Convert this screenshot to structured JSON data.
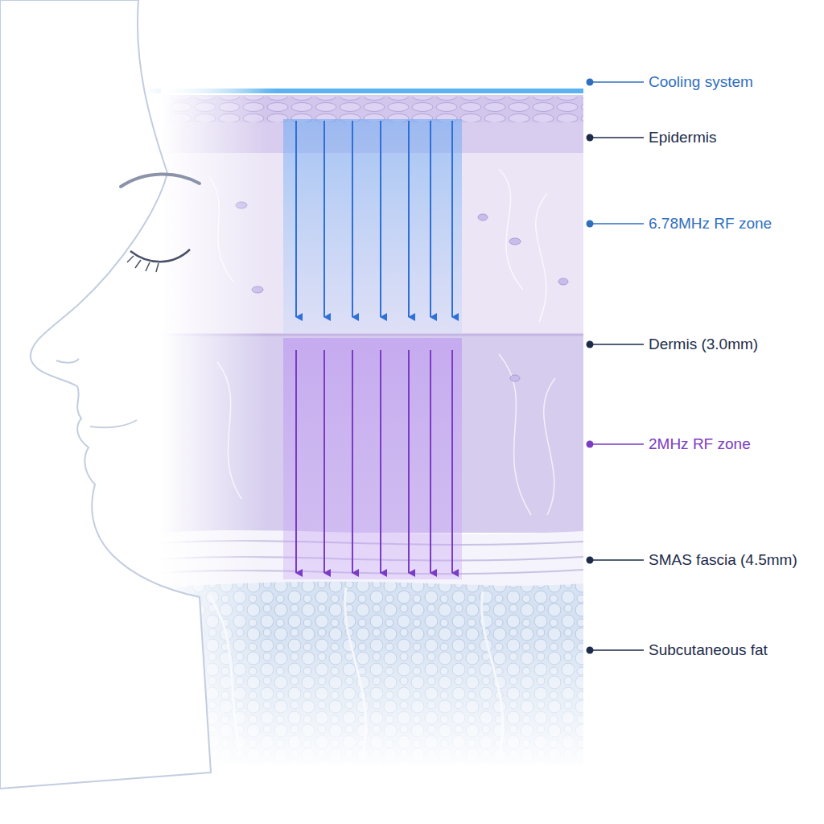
{
  "diagram": {
    "labels": [
      "Cooling system",
      "Epidermis",
      "6.78MHz RF zone",
      "Dermis (3.0mm)",
      "2MHz RF zone",
      "SMAS fascia (4.5mm)",
      "Subcutaneous fat"
    ]
  }
}
